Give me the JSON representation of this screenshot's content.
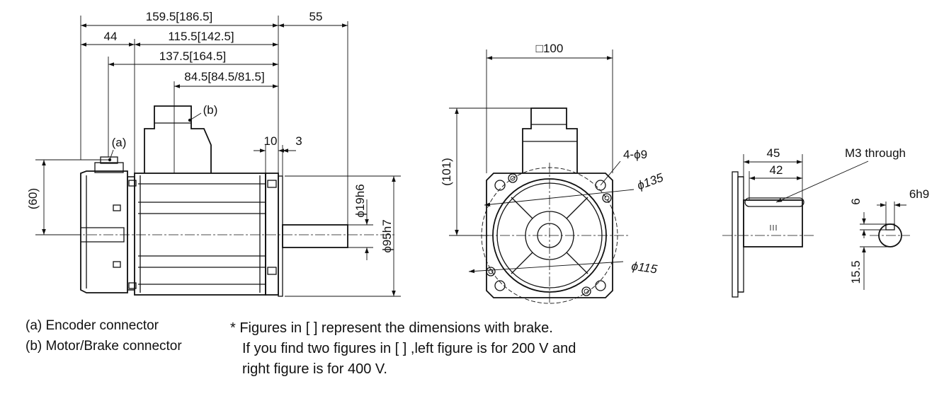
{
  "side_view": {
    "dim_overall": "159.5[186.5]",
    "dim_shaft": "55",
    "dim_rear": "44",
    "dim_body": "115.5[142.5]",
    "dim_encoder": "137.5[164.5]",
    "dim_connector_b": "84.5[84.5/81.5]",
    "dim_flange_10": "10",
    "dim_flange_3": "3",
    "dim_height_60": "(60)",
    "dim_shaft_dia": "ϕ19h6",
    "dim_spigot_dia": "ϕ95h7",
    "label_a": "(a)",
    "label_b": "(b)"
  },
  "front_view": {
    "dim_square": "□100",
    "dim_height_101": "(101)",
    "dim_holes": "4-ϕ9",
    "dim_pcd_135": "ϕ135",
    "dim_dia_115": "ϕ115"
  },
  "shaft_view": {
    "dim_45": "45",
    "dim_42": "42",
    "label_m3": "M3 through",
    "dim_6": "6",
    "dim_6h9": "6h9",
    "dim_15_5": "15.5"
  },
  "legend": {
    "a": "(a) Encoder connector",
    "b": "(b) Motor/Brake connector"
  },
  "note": {
    "line1": "* Figures in [ ] represent the dimensions with brake.",
    "line2": "If you find two figures in [ ] ,left figure is for 200 V and",
    "line3": "right figure is for 400 V."
  }
}
